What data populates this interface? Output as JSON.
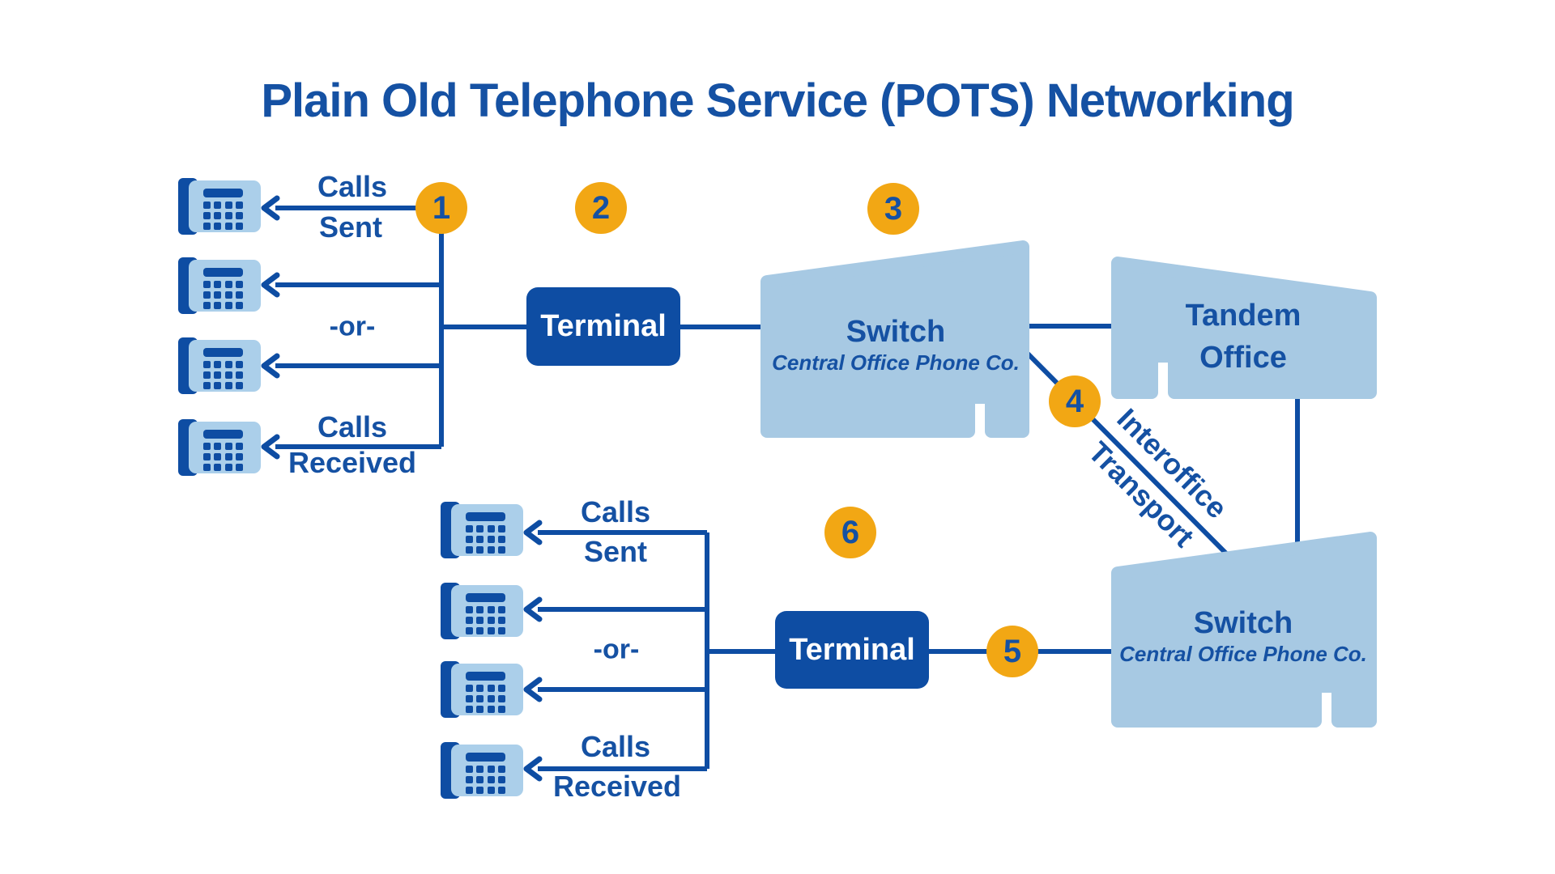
{
  "title": "Plain Old Telephone Service (POTS) Networking",
  "labels": {
    "calls": "Calls",
    "sent": "Sent",
    "or": "-or-",
    "received": "Received"
  },
  "nodes": {
    "terminal": "Terminal",
    "switch_title": "Switch",
    "switch_subtitle": "Central Office Phone Co.",
    "tandem_line1": "Tandem",
    "tandem_line2": "Office",
    "interoffice_line1": "Interoffice",
    "interoffice_line2": "Transport"
  },
  "steps": [
    "1",
    "2",
    "3",
    "4",
    "5",
    "6"
  ],
  "colors": {
    "dark_blue": "#0e4da3",
    "text_blue": "#1551a3",
    "light_blue_building": "#a7c9e3",
    "light_blue_phone": "#abcfea",
    "amber": "#f2a714",
    "white": "#ffffff"
  }
}
